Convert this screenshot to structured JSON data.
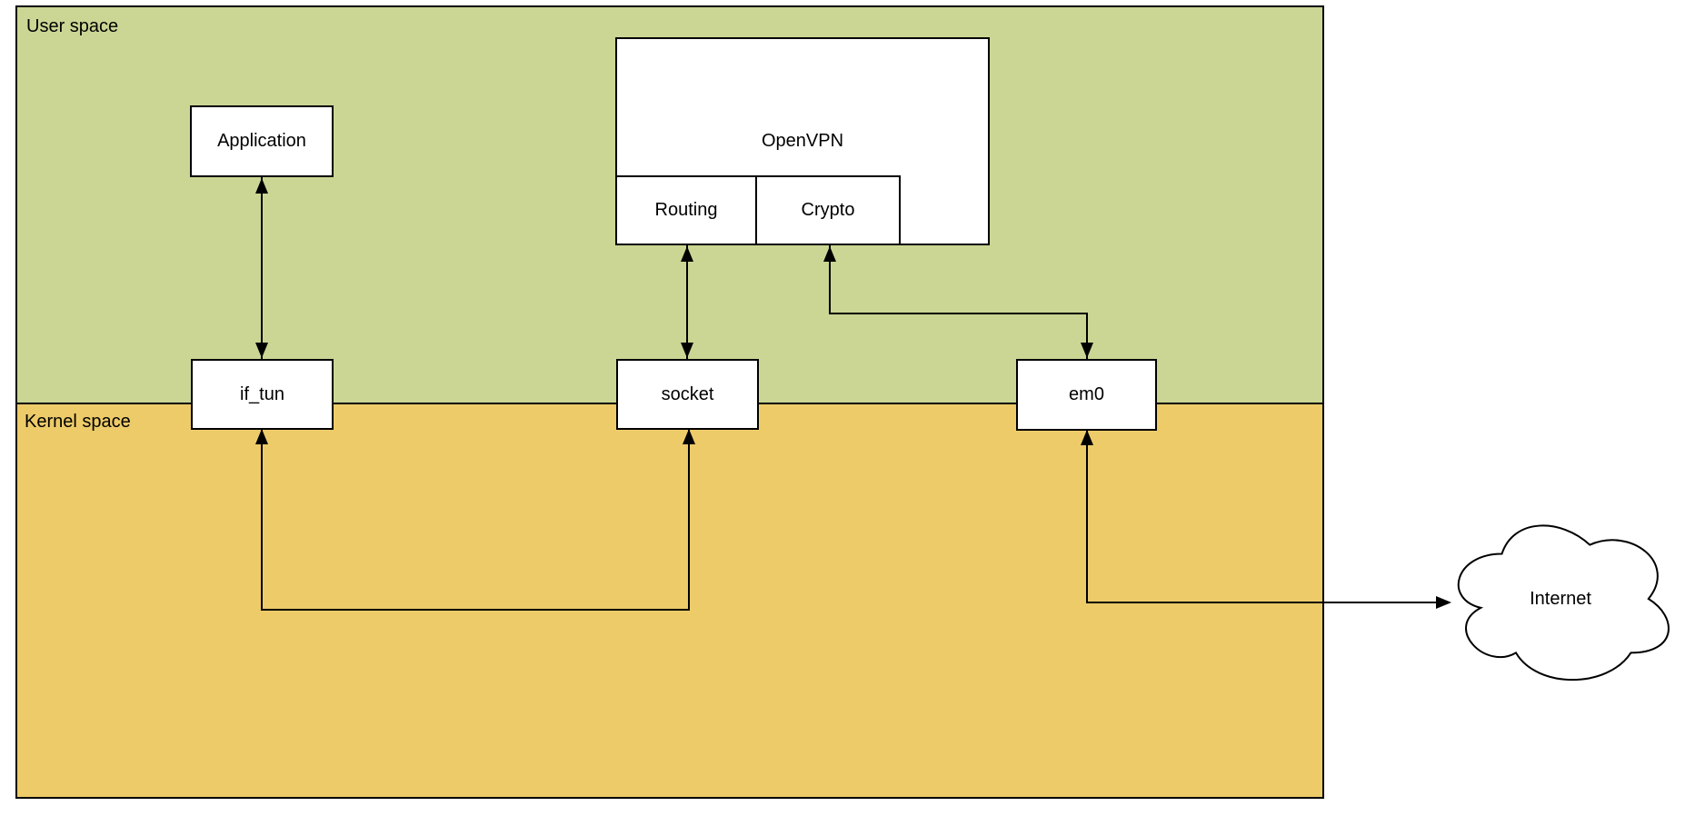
{
  "diagram": {
    "type": "architecture-diagram",
    "regions": {
      "user_space": {
        "label": "User space",
        "fill": "#cbd694"
      },
      "kernel_space": {
        "label": "Kernel space",
        "fill": "#edcb69"
      }
    },
    "nodes": {
      "application": {
        "label": "Application",
        "region": "user_space"
      },
      "openvpn": {
        "label": "OpenVPN",
        "region": "user_space"
      },
      "routing": {
        "label": "Routing",
        "region": "user_space",
        "parent": "openvpn"
      },
      "crypto": {
        "label": "Crypto",
        "region": "user_space",
        "parent": "openvpn"
      },
      "if_tun": {
        "label": "if_tun",
        "region": "boundary"
      },
      "socket": {
        "label": "socket",
        "region": "boundary"
      },
      "em0": {
        "label": "em0",
        "region": "boundary"
      },
      "internet": {
        "label": "Internet",
        "region": "outside",
        "shape": "cloud"
      }
    },
    "edges": [
      {
        "from": "application",
        "to": "if_tun",
        "bidirectional": true
      },
      {
        "from": "routing",
        "to": "socket",
        "bidirectional": true
      },
      {
        "from": "crypto",
        "to": "em0",
        "bidirectional": true
      },
      {
        "from": "if_tun",
        "to": "socket",
        "bidirectional": true
      },
      {
        "from": "em0",
        "to": "internet",
        "bidirectional": true
      }
    ],
    "colors": {
      "stroke": "#000000",
      "node_fill": "#ffffff",
      "background": "#ffffff"
    }
  }
}
